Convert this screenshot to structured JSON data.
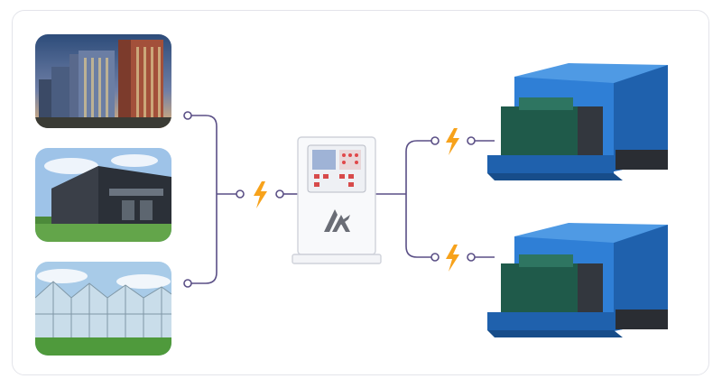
{
  "colors": {
    "line": "#5a4f86",
    "bolt": "#f7a21b",
    "panel_border": "#cfd2da",
    "panel_fill": "#f8f9fb",
    "generator_blue": "#2f7fd6",
    "engine_green": "#1f5a4a"
  },
  "consumers": [
    {
      "name": "residential-buildings",
      "icon": "high-rise-photo"
    },
    {
      "name": "industrial-warehouse",
      "icon": "warehouse-photo"
    },
    {
      "name": "greenhouse",
      "icon": "greenhouse-photo"
    }
  ],
  "control_panel": {
    "icon": "switch-cabinet",
    "logo": "tss-logo"
  },
  "generators": [
    {
      "name": "diesel-generator-1",
      "icon": "generator-photo"
    },
    {
      "name": "diesel-generator-2",
      "icon": "generator-photo"
    }
  ],
  "bolt_icon": "lightning-bolt-icon"
}
